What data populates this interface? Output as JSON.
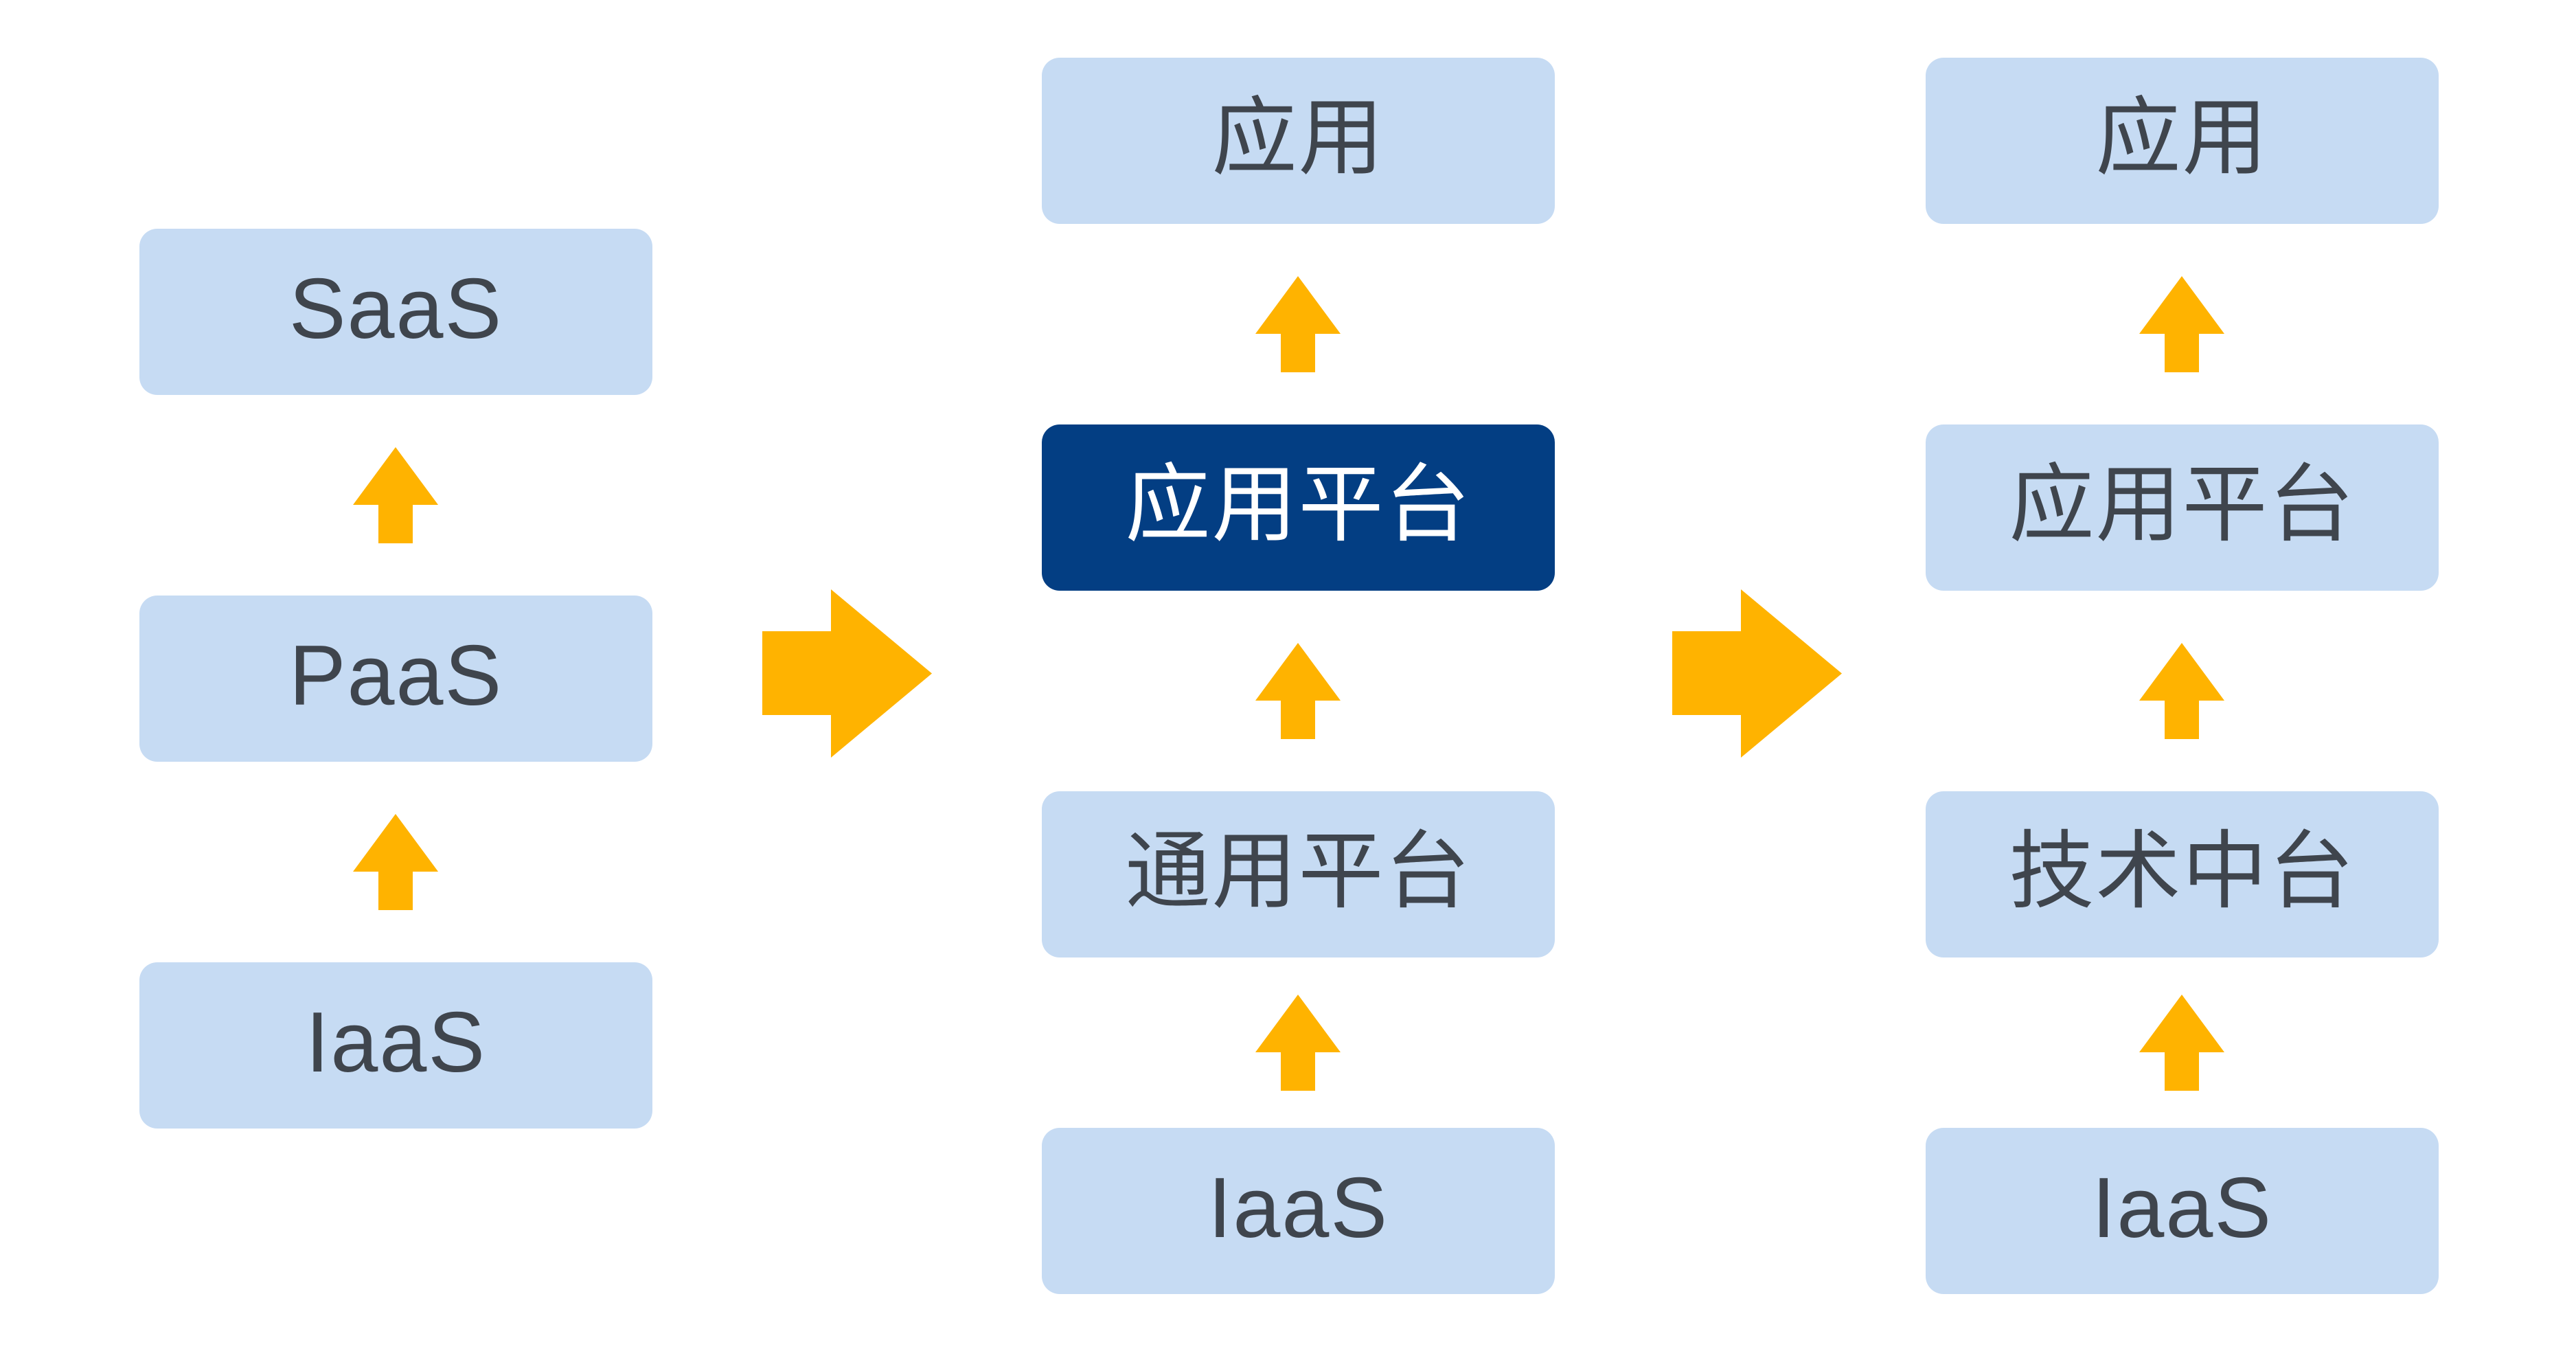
{
  "diagram": {
    "colors": {
      "background": "#FFFFFF",
      "box_light": "#C6DBF3",
      "box_dark": "#033E83",
      "arrow_orange": "#FFB300",
      "text_dark": "#3F454D",
      "text_on_dark": "#FFFFFF"
    },
    "icons": {
      "up_arrow": "block-arrow-up",
      "right_arrow": "block-arrow-right"
    },
    "columns": [
      {
        "name": "cloud-stack",
        "boxes": [
          {
            "label": "SaaS",
            "style": "light"
          },
          {
            "label": "PaaS",
            "style": "light"
          },
          {
            "label": "IaaS",
            "style": "light"
          }
        ]
      },
      {
        "name": "application-platform-stack",
        "boxes": [
          {
            "label": "应用",
            "style": "light"
          },
          {
            "label": "应用平台",
            "style": "dark"
          },
          {
            "label": "通用平台",
            "style": "light"
          },
          {
            "label": "IaaS",
            "style": "light"
          }
        ]
      },
      {
        "name": "tech-middle-platform-stack",
        "boxes": [
          {
            "label": "应用",
            "style": "light"
          },
          {
            "label": "应用平台",
            "style": "light"
          },
          {
            "label": "技术中台",
            "style": "light"
          },
          {
            "label": "IaaS",
            "style": "light"
          }
        ]
      }
    ]
  }
}
